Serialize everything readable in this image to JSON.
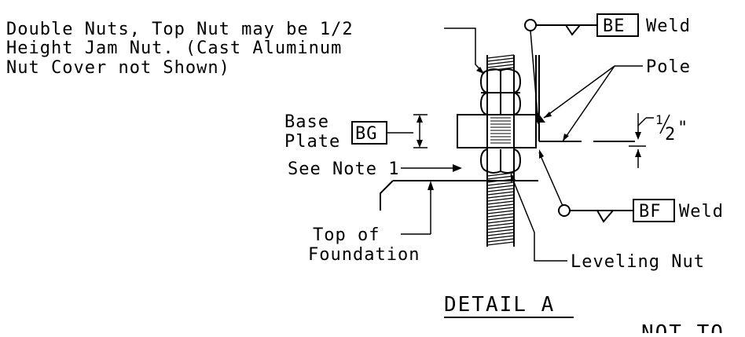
{
  "notes": {
    "nuts_line1": "Double Nuts, Top Nut may be 1/2",
    "nuts_line2": "Height Jam Nut. (Cast Aluminum",
    "nuts_line3": "Nut Cover not Shown)",
    "see_note": "See Note 1",
    "base_plate_line1": "Base",
    "base_plate_line2": "Plate",
    "top_of_foundation_line1": "Top of",
    "top_of_foundation_line2": "Foundation",
    "leveling_nut": "Leveling Nut",
    "pole": "Pole",
    "half_inch_num": "1",
    "half_inch_den": "2",
    "inch_mark": "\""
  },
  "callouts": {
    "be_tag": "BE",
    "be_suffix": "Weld",
    "bf_tag": "BF",
    "bf_suffix": "Weld",
    "bg_tag": "BG"
  },
  "title": "DETAIL A",
  "scale_note": "NOT TO"
}
